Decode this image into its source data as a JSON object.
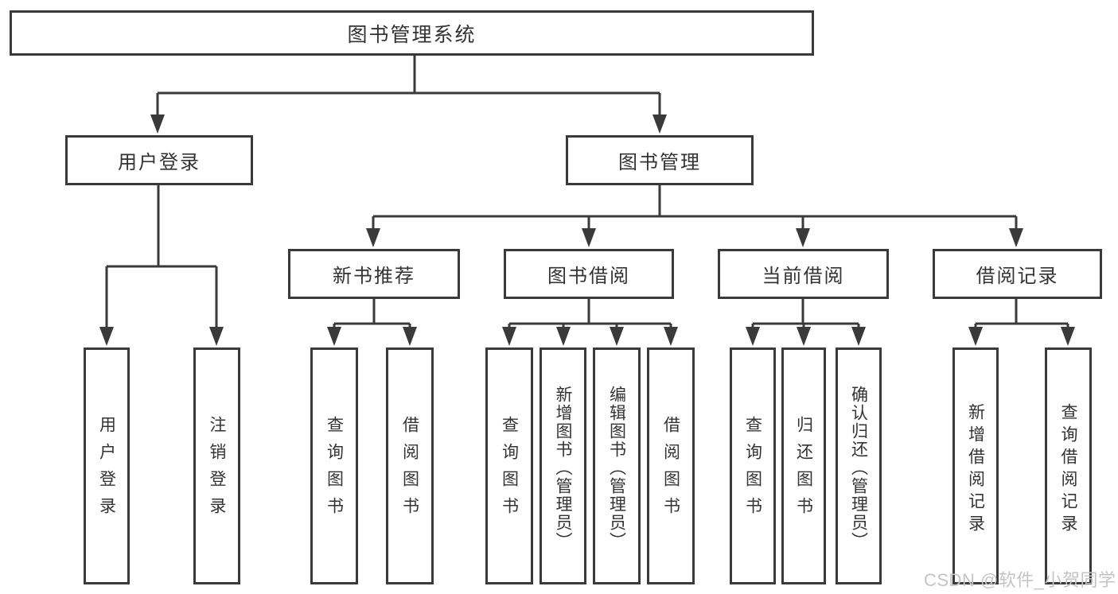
{
  "diagram": {
    "root": {
      "label": "图书管理系统"
    },
    "level2": [
      {
        "label": "用户登录"
      },
      {
        "label": "图书管理"
      }
    ],
    "level3": [
      {
        "label": "新书推荐"
      },
      {
        "label": "图书借阅"
      },
      {
        "label": "当前借阅"
      },
      {
        "label": "借阅记录"
      }
    ],
    "leaves": [
      {
        "label": "用户登录"
      },
      {
        "label": "注销登录"
      },
      {
        "label": "查询图书"
      },
      {
        "label": "借阅图书"
      },
      {
        "label": "查询图书"
      },
      {
        "label": "新增图书（管理员）"
      },
      {
        "label": "编辑图书（管理员）"
      },
      {
        "label": "借阅图书"
      },
      {
        "label": "查询图书"
      },
      {
        "label": "归还图书"
      },
      {
        "label": "确认归还（管理员）"
      },
      {
        "label": "新增借阅记录"
      },
      {
        "label": "查询借阅记录"
      }
    ]
  },
  "watermark": {
    "text": "CSDN @软件_小贺同学"
  },
  "colors": {
    "line": "#3a3a3a",
    "text": "#333333",
    "background": "#ffffff",
    "watermark": "#c4c4c4"
  }
}
